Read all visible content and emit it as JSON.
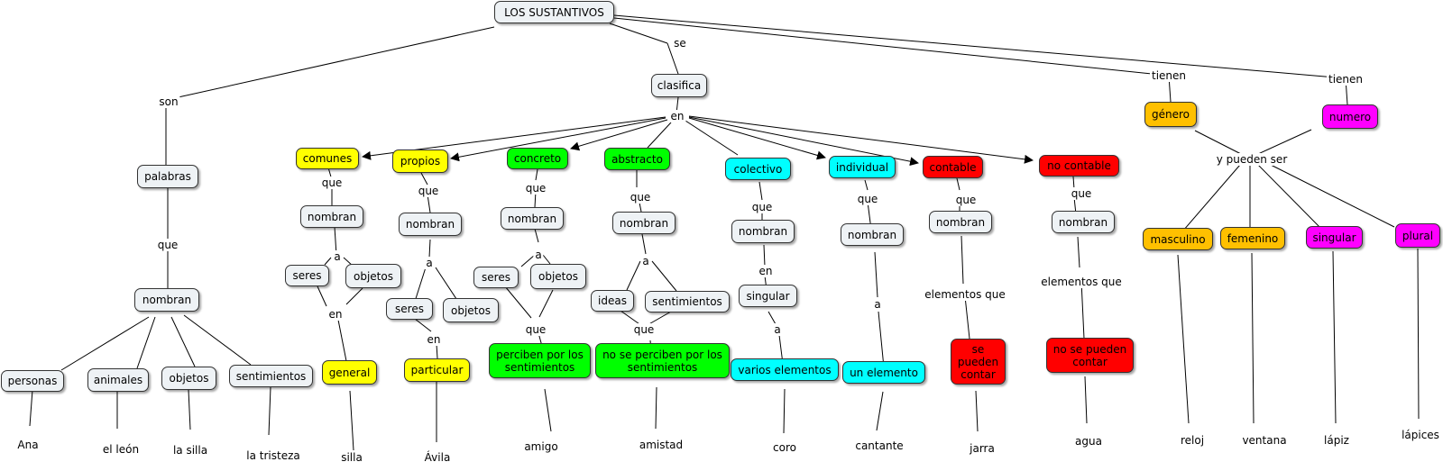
{
  "colors": {
    "gray": "#eef2f5",
    "yellow": "#ffff00",
    "green": "#00ff00",
    "cyan": "#00ffff",
    "red": "#ff0000",
    "orange": "#ffc000",
    "magenta": "#ff00ff",
    "line": "#000000"
  },
  "nodes": {
    "root": "LOS SUSTANTIVOS",
    "clasifica": "clasifica",
    "palabras": "palabras",
    "nombran_main": "nombran",
    "personas": "personas",
    "animales": "animales",
    "objetos_main": "objetos",
    "sentimientos_main": "sentimientos",
    "comunes": "comunes",
    "nombran_comunes": "nombran",
    "seres_comunes": "seres",
    "objetos_comunes": "objetos",
    "general": "general",
    "propios": "propios",
    "nombran_propios": "nombran",
    "seres_propios": "seres",
    "objetos_propios": "objetos",
    "particular": "particular",
    "concreto": "concreto",
    "nombran_concreto": "nombran",
    "seres_concreto": "seres",
    "objetos_concreto": "objetos",
    "perciben": "perciben por los sentimientos",
    "abstracto": "abstracto",
    "nombran_abstracto": "nombran",
    "ideas": "ideas",
    "sentimientos_abstracto": "sentimientos",
    "no_perciben": "no se perciben por los sentimientos",
    "colectivo": "colectivo",
    "nombran_colectivo": "nombran",
    "singular_colectivo": "singular",
    "varios": "varios elementos",
    "individual": "individual",
    "nombran_individual": "nombran",
    "un_elemento": "un elemento",
    "contable": "contable",
    "nombran_contable": "nombran",
    "se_pueden": "se pueden contar",
    "no_contable": "no contable",
    "nombran_no_contable": "nombran",
    "no_se_pueden": "no se pueden contar",
    "genero": "género",
    "numero": "numero",
    "masculino": "masculino",
    "femenino": "femenino",
    "singular_numero": "singular",
    "plural": "plural"
  },
  "links": {
    "son": "son",
    "se": "se",
    "tienen_genero": "tienen",
    "tienen_numero": "tienen",
    "en": "en",
    "que_palabras": "que",
    "que_comunes": "que",
    "a_comunes": "a",
    "en_comunes": "en",
    "que_propios": "que",
    "a_propios": "a",
    "en_propios": "en",
    "que_concreto": "que",
    "a_concreto": "a",
    "que_concreto2": "que",
    "que_abstracto": "que",
    "a_abstracto": "a",
    "que_abstracto2": "que",
    "que_colectivo": "que",
    "en_colectivo": "en",
    "a_colectivo": "a",
    "que_individual": "que",
    "a_individual": "a",
    "que_contable": "que",
    "elementos_que_contable": "elementos que",
    "que_no_contable": "que",
    "elementos_que_no_contable": "elementos que",
    "y_pueden_ser": "y pueden ser"
  },
  "leaves": {
    "ana": "Ana",
    "el_leon": "el león",
    "la_silla": "la silla",
    "la_tristeza": "la tristeza",
    "silla": "silla",
    "avila": "Ávila",
    "amigo": "amigo",
    "amistad": "amistad",
    "coro": "coro",
    "cantante": "cantante",
    "jarra": "jarra",
    "agua": "agua",
    "reloj": "reloj",
    "ventana": "ventana",
    "lapiz": "lápiz",
    "lapices": "lápices"
  }
}
